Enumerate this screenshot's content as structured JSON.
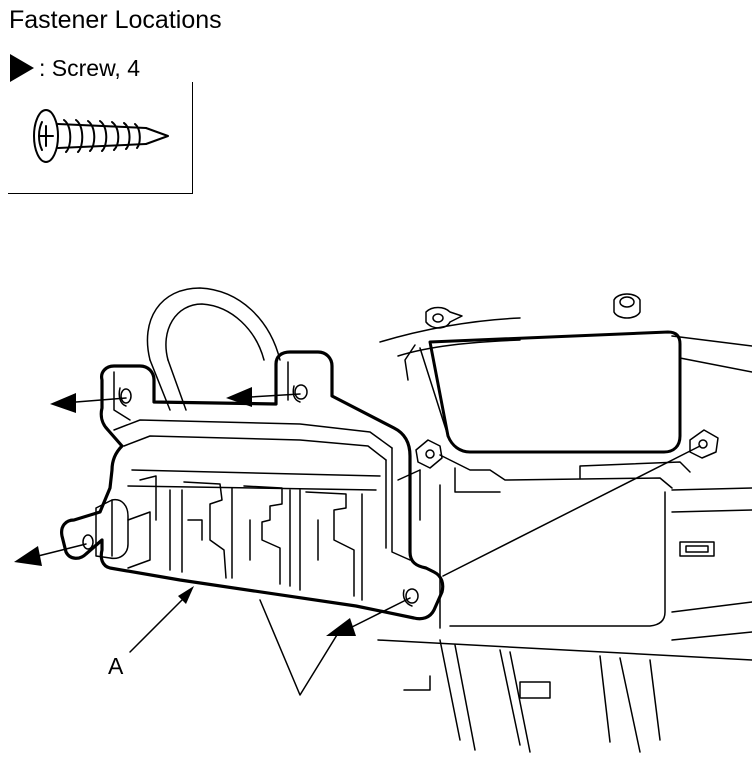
{
  "title": "Fastener Locations",
  "legend": {
    "symbol_icon": "filled-triangle-arrow",
    "text": ": Screw, 4"
  },
  "callouts": {
    "a": "A"
  },
  "colors": {
    "line": "#000000",
    "background": "#ffffff"
  }
}
